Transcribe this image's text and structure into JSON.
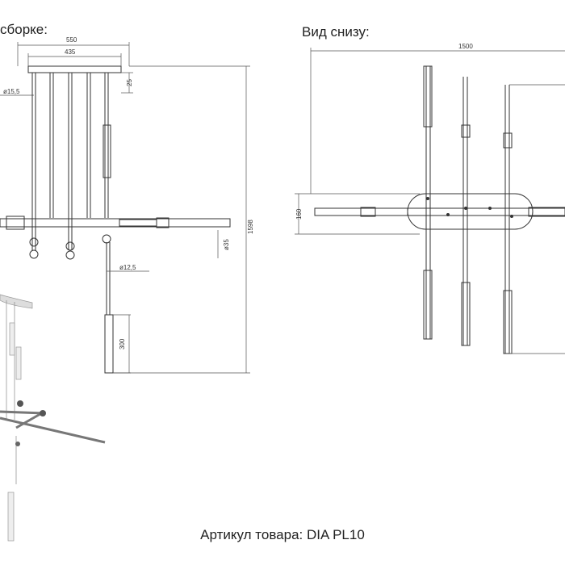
{
  "headings": {
    "side_view": "сборке:",
    "bottom_view": "Вид снизу:"
  },
  "caption": "Артикул товара: DIA PL10",
  "dimensions": {
    "d550": "550",
    "d435": "435",
    "d25": "25",
    "d15_5": "ø15,5",
    "d1598": "1598",
    "d35": "ø35",
    "d12_5": "ø12,5",
    "d300": "300",
    "d1500": "1500",
    "d160": "160"
  },
  "colors": {
    "line": "#333333",
    "text": "#222222",
    "background": "#ffffff"
  }
}
